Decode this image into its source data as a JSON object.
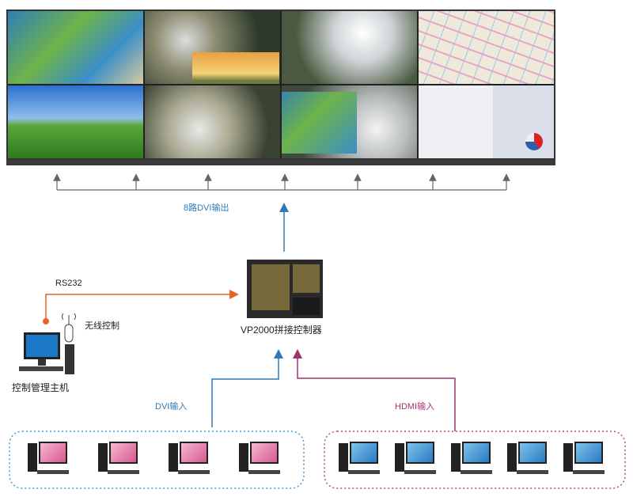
{
  "output_label": "8路DVI输出",
  "rs232_label": "RS232",
  "wireless_label": "无线控制",
  "controller_label": "VP2000拼接控制器",
  "host_label": "控制管理主机",
  "dvi_input_label": "DVI输入",
  "hdmi_input_label": "HDMI输入",
  "colors": {
    "blue": "#2e7ab8",
    "orange": "#e8632a",
    "purple": "#a0336e",
    "gray": "#666666"
  }
}
